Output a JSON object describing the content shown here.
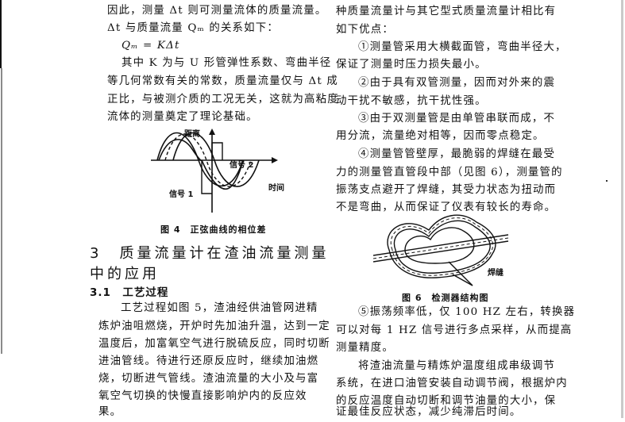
{
  "left_column": {
    "paragraph1": [
      "因此，测量 Δt 则可测量流体的质量流量。",
      "Δt 与质量流量 Qₘ 的关系如下："
    ],
    "formula": "Qₘ = KΔt",
    "paragraph2": [
      "其中 K 为与 U 形管弹性系数、弯曲半径",
      "等几何常数有关的常数，质量流量仅与 Δt 成",
      "正比，与被测介质的工况无关，这就为高粘度",
      "流体的测量奠定了理论基础。"
    ],
    "figure4": {
      "y_axis_label": "距离",
      "x_axis_label": "时间",
      "signal1_label": "信号 1",
      "signal2_label": "信号 2",
      "caption": "图 4　正弦曲线的相位差"
    },
    "section3": {
      "title_line1": "3　质量流量计在渣油流量测量",
      "title_line2": "中的应用"
    },
    "section3_1": {
      "title": "3.1　工艺过程",
      "lines": [
        "工艺过程如图 5，渣油经供油管网进精",
        "炼炉油咀燃烧，开炉时先加油升温，达到一定",
        "温度后，加富氧空气进行脱硫反应，同时切断",
        "进油管线。待进行还原反应时，继续加油燃",
        "烧，切断进气管线。渣油流量的大小及与富",
        "氧空气切换的快慢直接影响炉内的反应效",
        "果。"
      ]
    }
  },
  "right_column": {
    "intro": [
      "种质量流量计与其它型式质量流量计相比有",
      "如下优点："
    ],
    "advantages": [
      [
        "①测量管采用大横截面管，弯曲半径大，",
        "保证了测量时压力损失最小。"
      ],
      [
        "②由于具有双管测量，因而对外来的震",
        "动干扰不敏感，抗干扰性强。"
      ],
      [
        "③由于双测量管是由单管串联而成，不",
        "用分流，流量绝对相等，因而零点稳定。"
      ],
      [
        "④测量管管壁厚，最脆弱的焊缝在最受",
        "力的测量管直管段中部（见图 6），测量管的",
        "振荡支点避开了焊缝，其受力状态为扭动而",
        "不是弯曲，从而保证了仪表有较长的寿命。"
      ]
    ],
    "figure6": {
      "weld_label": "焊缝",
      "caption": "图 6　检测器结构图"
    },
    "advantage5": [
      "⑤振荡频率低，仅 100 HZ 左右，转换器",
      "可以对每 1 HZ 信号进行多点采样，从而提高",
      "测量精度。"
    ],
    "paragraph_final": [
      "将渣油流量与精炼炉温度组成串级调节",
      "系统，在进口油管安装自动调节阀，根据炉内",
      "的反应温度自动切断和调节油量的大小，保",
      "证最佳反应状态，减少纯滞后时间。"
    ]
  }
}
